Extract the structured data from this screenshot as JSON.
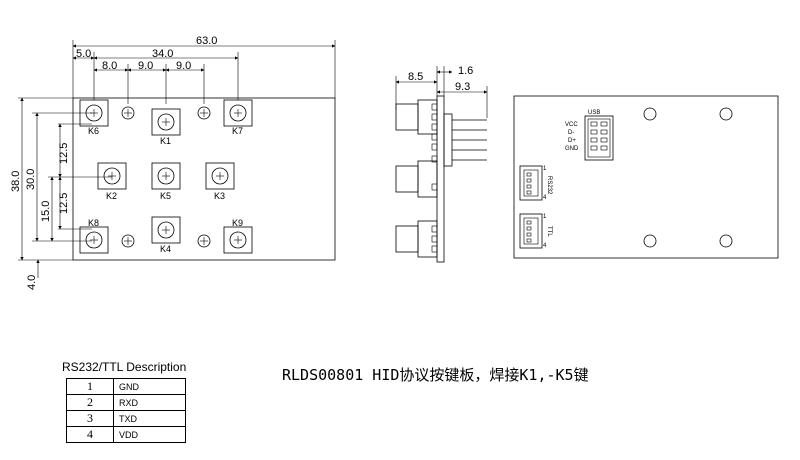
{
  "front_view": {
    "dims": {
      "overall_width": "63.0",
      "offset_left": "5.0",
      "spacing_34": "34.0",
      "spacing_8": "8.0",
      "spacing_9a": "9.0",
      "spacing_9b": "9.0",
      "height_38": "38.0",
      "height_30": "30.0",
      "v_12_5_top": "12.5",
      "v_15": "15.0",
      "v_12_5_bottom": "12.5",
      "bottom_4": "4.0"
    },
    "keys": [
      "K6",
      "K1",
      "K7",
      "K2",
      "K5",
      "K3",
      "K8",
      "K4",
      "K9"
    ]
  },
  "side_view": {
    "dims": {
      "d_8_5": "8.5",
      "d_1_6": "1.6",
      "d_9_3": "9.3"
    }
  },
  "back_view": {
    "usb_label": "USB",
    "usb_pins": [
      "VCC",
      "D-",
      "D+",
      "GND"
    ],
    "rs232_label": "RS232",
    "ttl_label": "TTL",
    "pin1": "1",
    "pin4": "4"
  },
  "description": {
    "title": "RS232/TTL Description",
    "rows": [
      {
        "num": "1",
        "signal": "GND"
      },
      {
        "num": "2",
        "signal": "RXD"
      },
      {
        "num": "3",
        "signal": "TXD"
      },
      {
        "num": "4",
        "signal": "VDD"
      }
    ]
  },
  "caption": "RLDS00801 HID协议按键板，焊接K1,-K5键"
}
